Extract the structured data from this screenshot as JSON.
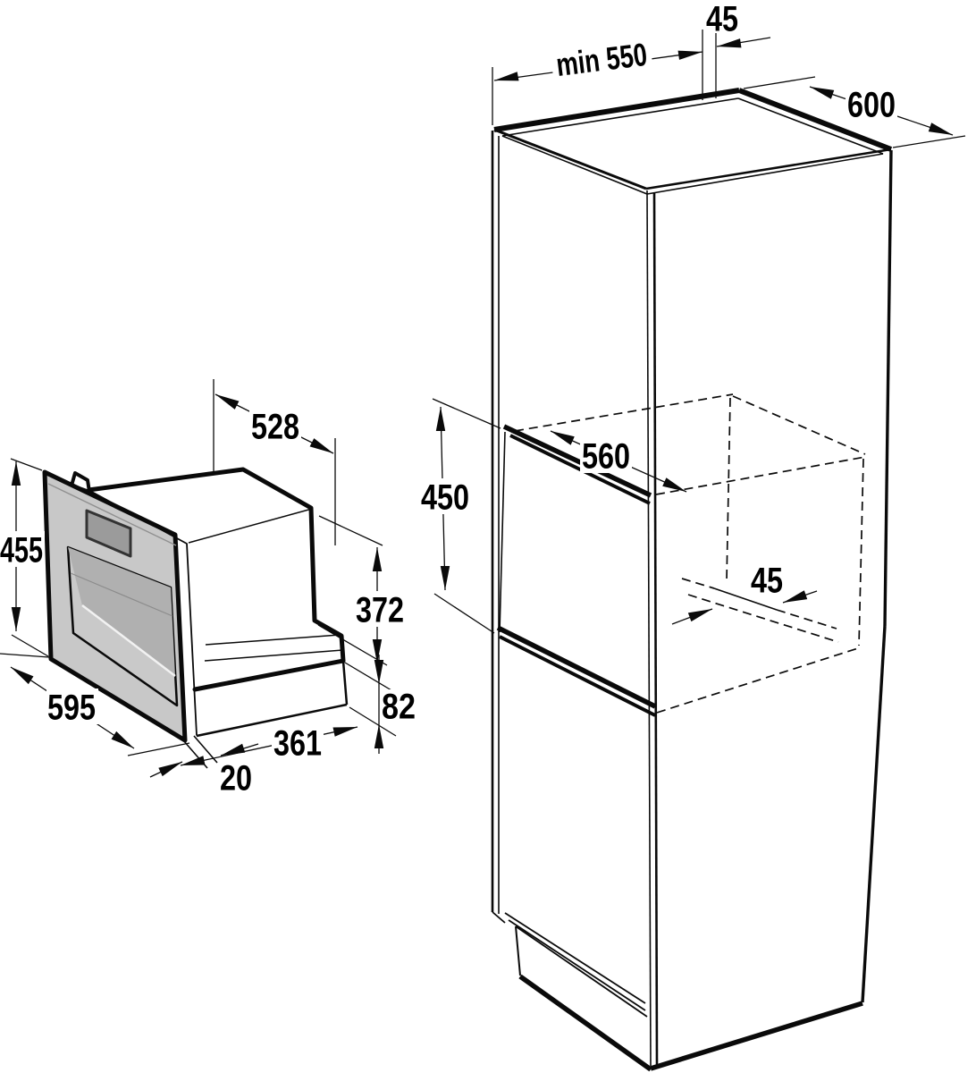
{
  "diagram": {
    "type": "appliance-installation-drawing",
    "figures": [
      "built-in-compact-appliance",
      "tall-housing-cabinet-with-niche"
    ],
    "dimensions": {
      "cabinet_top_gap": "45",
      "cabinet_min_depth": "min 550",
      "cabinet_width": "600",
      "niche_width": "560",
      "niche_height": "450",
      "niche_back_gap": "45",
      "appliance_depth": "528",
      "appliance_height": "455",
      "appliance_width": "595",
      "front_panel_thickness": "20",
      "lower_body_depth": "361",
      "step_height": "82",
      "body_height": "372"
    },
    "units": "mm",
    "colors": {
      "line": "#0a0a0a",
      "panel_gray": "#c8c8c8",
      "recess_wall_gray": "#b0b0b0",
      "display_gray": "#9b9b9b",
      "background": "#ffffff"
    }
  }
}
